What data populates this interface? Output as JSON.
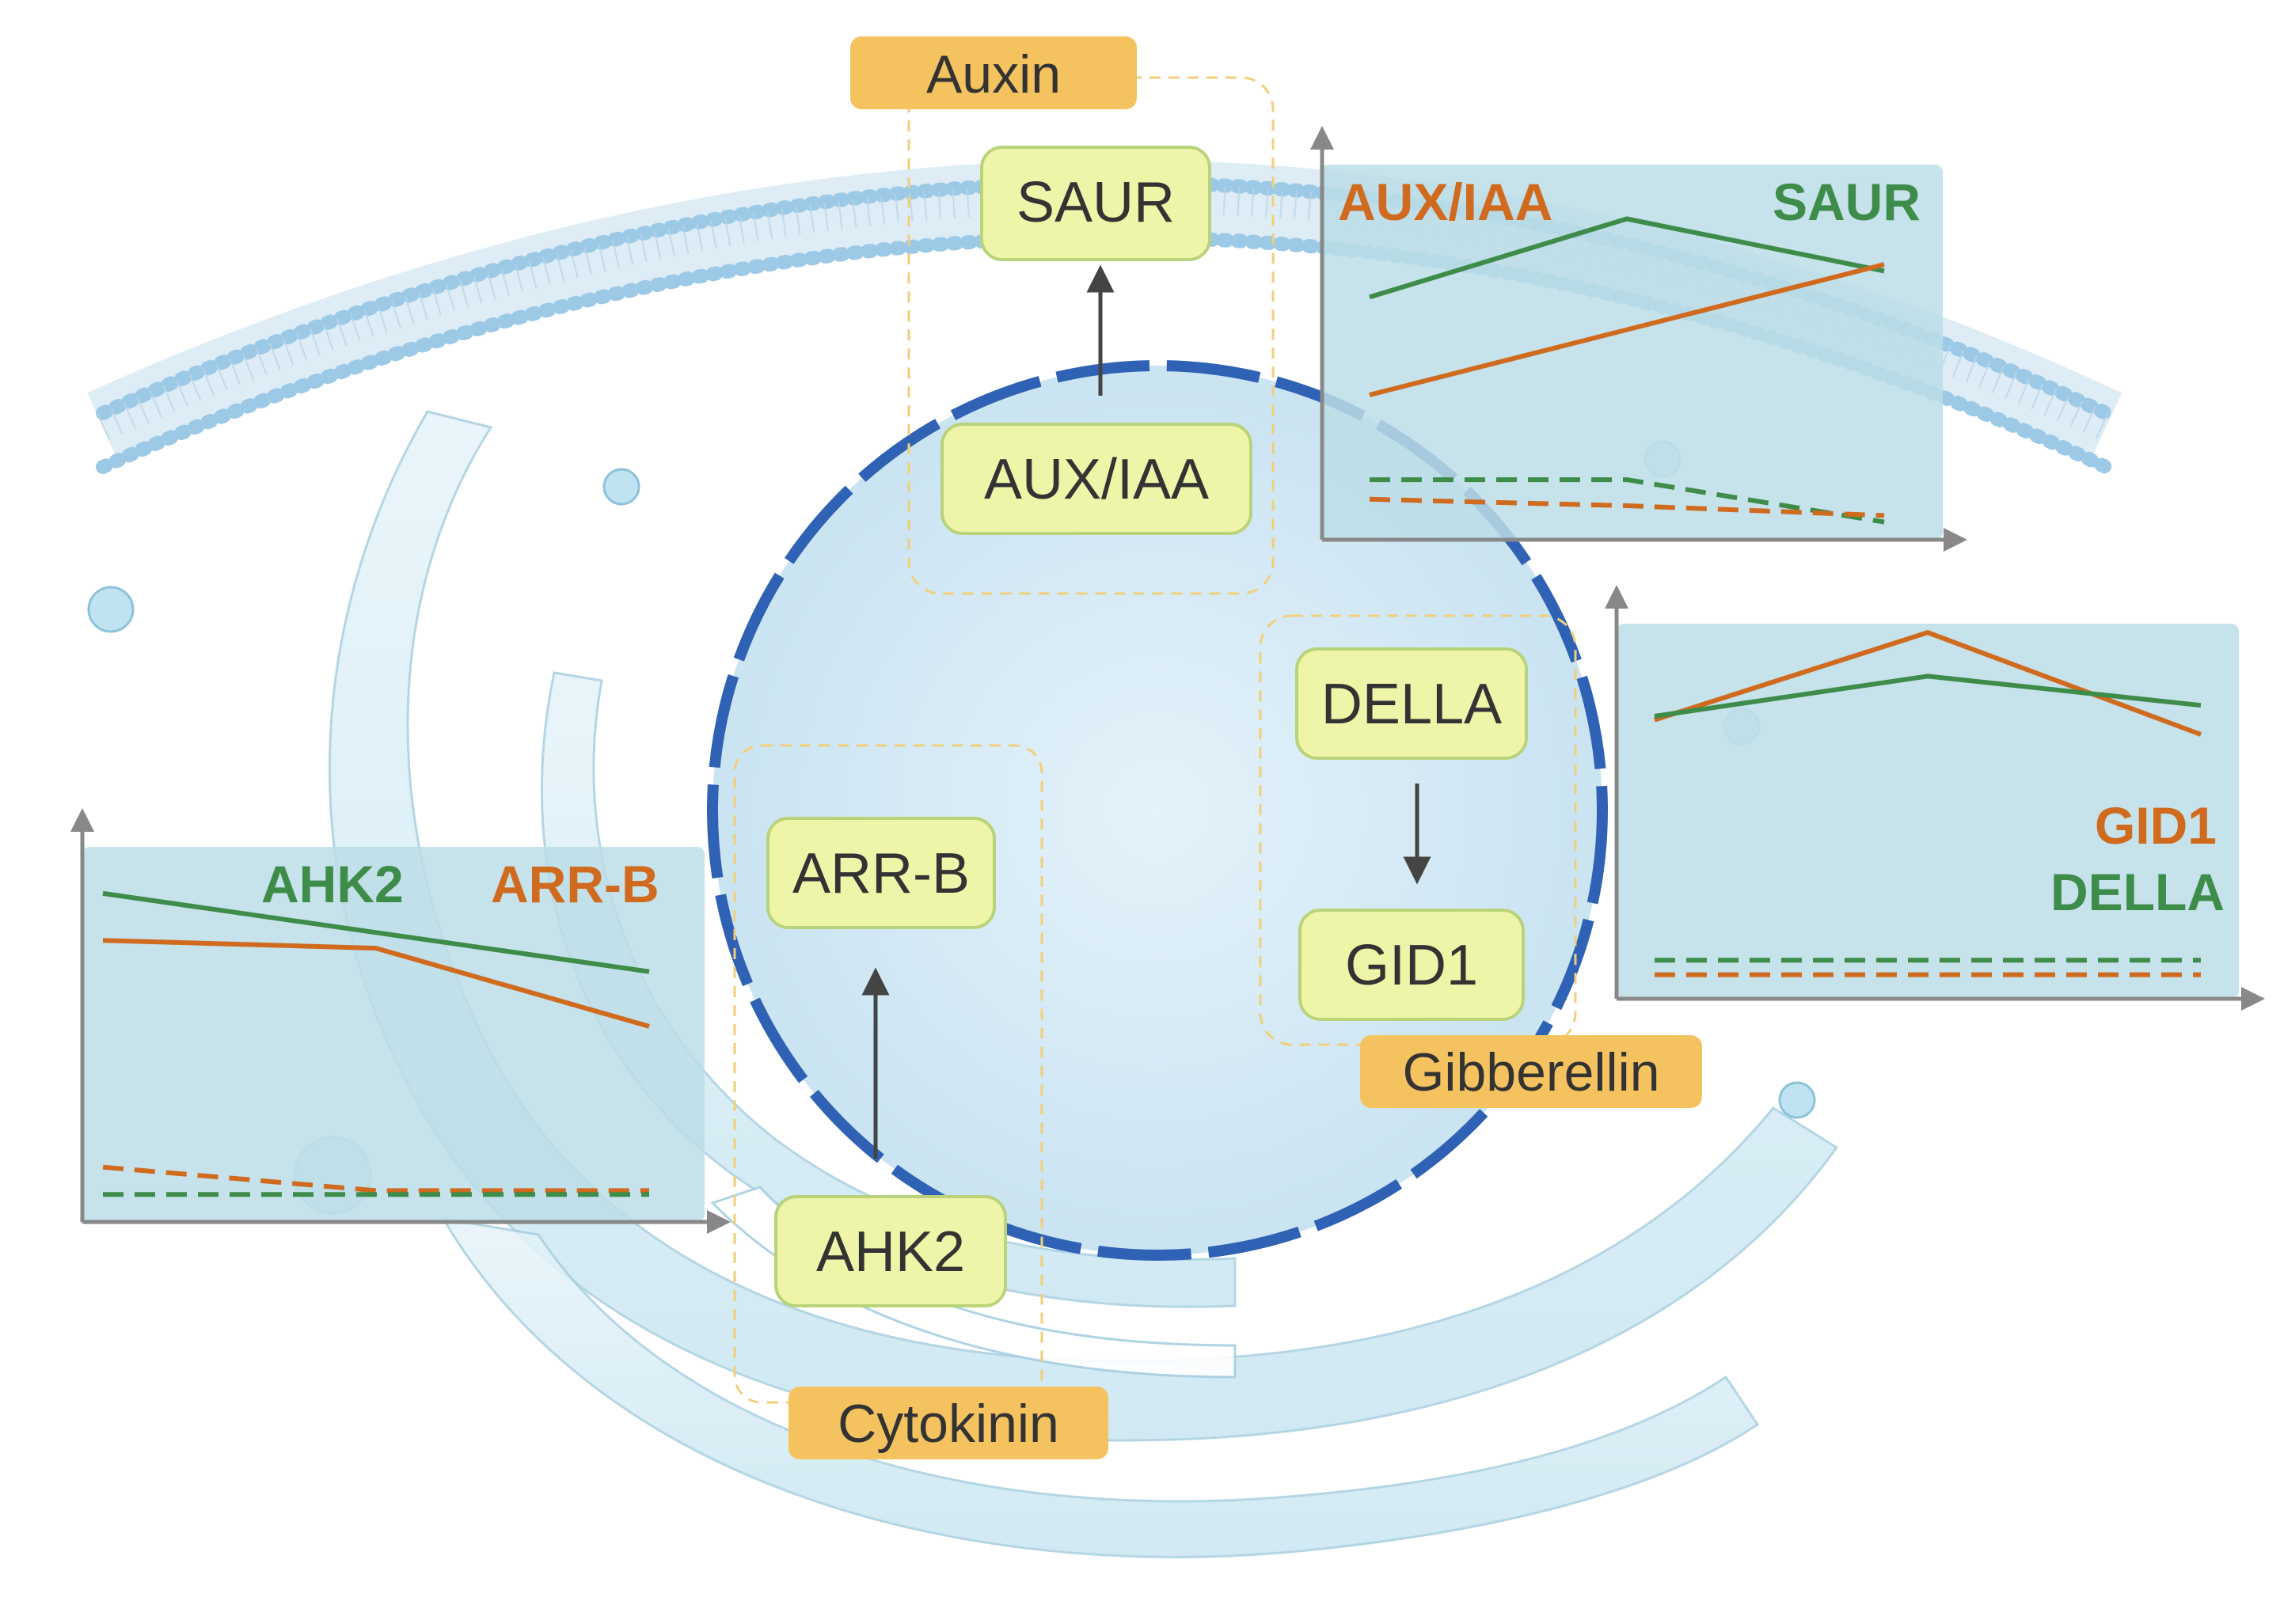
{
  "hormones": {
    "auxin": "Auxin",
    "cytokinin": "Cytokinin",
    "gibberellin": "Gibberellin"
  },
  "genes": {
    "saur": "SAUR",
    "aux_iaa": "AUX/IAA",
    "arr_b": "ARR-B",
    "ahk2": "AHK2",
    "della": "DELLA",
    "gid1": "GID1"
  },
  "colors": {
    "green_series": "#3d8c4a",
    "orange_series": "#d06a1e",
    "gene_box_fill": "#eef5a8",
    "gene_box_stroke": "#b9d37a",
    "hormone_tag": "#f4c35f",
    "nucleus_outline": "#2f62b5",
    "chart_panel": "#bcdde6"
  },
  "chart_data": [
    {
      "type": "line",
      "id": "auxin-chart",
      "legend": [
        "AUX/IAA",
        "SAUR"
      ],
      "x": [
        0,
        1,
        2
      ],
      "series": [
        {
          "name": "SAUR",
          "color": "green",
          "style": "solid",
          "values": [
            0.72,
            0.96,
            0.8
          ]
        },
        {
          "name": "AUX/IAA",
          "color": "orange",
          "style": "solid",
          "values": [
            0.42,
            0.62,
            0.82
          ]
        },
        {
          "name": "SAUR",
          "color": "green",
          "style": "dashed",
          "values": [
            0.16,
            0.16,
            0.03
          ]
        },
        {
          "name": "AUX/IAA",
          "color": "orange",
          "style": "dashed",
          "values": [
            0.1,
            0.08,
            0.05
          ]
        }
      ]
    },
    {
      "type": "line",
      "id": "gibberellin-chart",
      "legend": [
        "GID1",
        "DELLA"
      ],
      "x": [
        0,
        1,
        2
      ],
      "series": [
        {
          "name": "GID1",
          "color": "orange",
          "style": "solid",
          "values": [
            0.74,
            0.98,
            0.7
          ]
        },
        {
          "name": "DELLA",
          "color": "green",
          "style": "solid",
          "values": [
            0.75,
            0.86,
            0.78
          ]
        },
        {
          "name": "DELLA",
          "color": "green",
          "style": "dashed",
          "values": [
            0.08,
            0.08,
            0.08
          ]
        },
        {
          "name": "GID1",
          "color": "orange",
          "style": "dashed",
          "values": [
            0.04,
            0.04,
            0.04
          ]
        }
      ]
    },
    {
      "type": "line",
      "id": "cytokinin-chart",
      "legend": [
        "AHK2",
        "ARR-B"
      ],
      "x": [
        0,
        1,
        2
      ],
      "series": [
        {
          "name": "AHK2",
          "color": "green",
          "style": "solid",
          "values": [
            0.82,
            0.72,
            0.62
          ]
        },
        {
          "name": "ARR-B",
          "color": "orange",
          "style": "solid",
          "values": [
            0.7,
            0.68,
            0.48
          ]
        },
        {
          "name": "ARR-B",
          "color": "orange",
          "style": "dashed",
          "values": [
            0.12,
            0.06,
            0.06
          ]
        },
        {
          "name": "AHK2",
          "color": "green",
          "style": "dashed",
          "values": [
            0.05,
            0.05,
            0.05
          ]
        }
      ]
    }
  ]
}
